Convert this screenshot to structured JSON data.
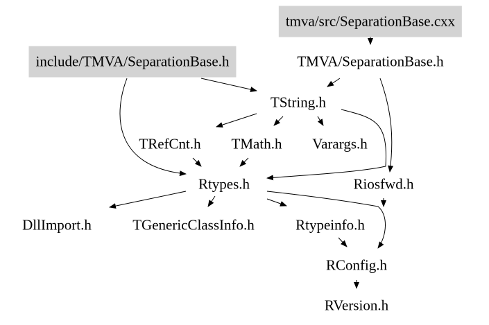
{
  "diagram": {
    "type": "include-dependency-graph",
    "nodes": [
      {
        "id": "sep_cxx",
        "label": "tmva/src/SeparationBase.cxx",
        "highlighted": true
      },
      {
        "id": "inc_sep_h",
        "label": "include/TMVA/SeparationBase.h",
        "highlighted": true
      },
      {
        "id": "tmva_sep_h",
        "label": "TMVA/SeparationBase.h",
        "highlighted": false
      },
      {
        "id": "tstring",
        "label": "TString.h",
        "highlighted": false
      },
      {
        "id": "trefcnt",
        "label": "TRefCnt.h",
        "highlighted": false
      },
      {
        "id": "tmath",
        "label": "TMath.h",
        "highlighted": false
      },
      {
        "id": "varargs",
        "label": "Varargs.h",
        "highlighted": false
      },
      {
        "id": "rtypes",
        "label": "Rtypes.h",
        "highlighted": false
      },
      {
        "id": "riosfwd",
        "label": "Riosfwd.h",
        "highlighted": false
      },
      {
        "id": "dllimport",
        "label": "DllImport.h",
        "highlighted": false
      },
      {
        "id": "tgeneric",
        "label": "TGenericClassInfo.h",
        "highlighted": false
      },
      {
        "id": "rtypeinfo",
        "label": "Rtypeinfo.h",
        "highlighted": false
      },
      {
        "id": "rconfig",
        "label": "RConfig.h",
        "highlighted": false
      },
      {
        "id": "rversion",
        "label": "RVersion.h",
        "highlighted": false
      }
    ],
    "edges": [
      {
        "from": "sep_cxx",
        "to": "tmva_sep_h"
      },
      {
        "from": "inc_sep_h",
        "to": "tstring"
      },
      {
        "from": "inc_sep_h",
        "to": "rtypes"
      },
      {
        "from": "tmva_sep_h",
        "to": "tstring"
      },
      {
        "from": "tmva_sep_h",
        "to": "riosfwd"
      },
      {
        "from": "tstring",
        "to": "trefcnt"
      },
      {
        "from": "tstring",
        "to": "tmath"
      },
      {
        "from": "tstring",
        "to": "varargs"
      },
      {
        "from": "tstring",
        "to": "rtypes"
      },
      {
        "from": "trefcnt",
        "to": "rtypes"
      },
      {
        "from": "tmath",
        "to": "rtypes"
      },
      {
        "from": "rtypes",
        "to": "dllimport"
      },
      {
        "from": "rtypes",
        "to": "tgeneric"
      },
      {
        "from": "rtypes",
        "to": "rtypeinfo"
      },
      {
        "from": "rtypes",
        "to": "rconfig"
      },
      {
        "from": "rtypeinfo",
        "to": "rconfig"
      },
      {
        "from": "riosfwd",
        "to": "rconfig"
      },
      {
        "from": "rconfig",
        "to": "rversion"
      }
    ]
  },
  "colors": {
    "highlight_fill": "#d3d3d3",
    "edge": "#000000",
    "text": "#000000"
  }
}
